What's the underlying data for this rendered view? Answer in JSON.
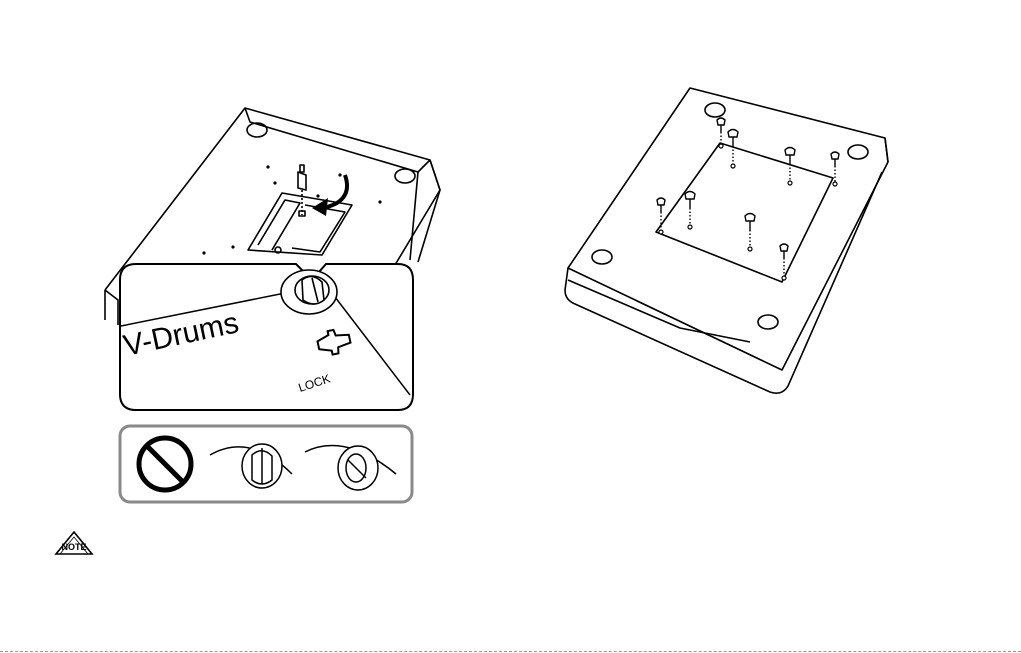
{
  "left_figure": {
    "zoom_text": "V-Drums",
    "lock_label": "LOCK"
  },
  "note": {
    "label": "NOTE"
  }
}
